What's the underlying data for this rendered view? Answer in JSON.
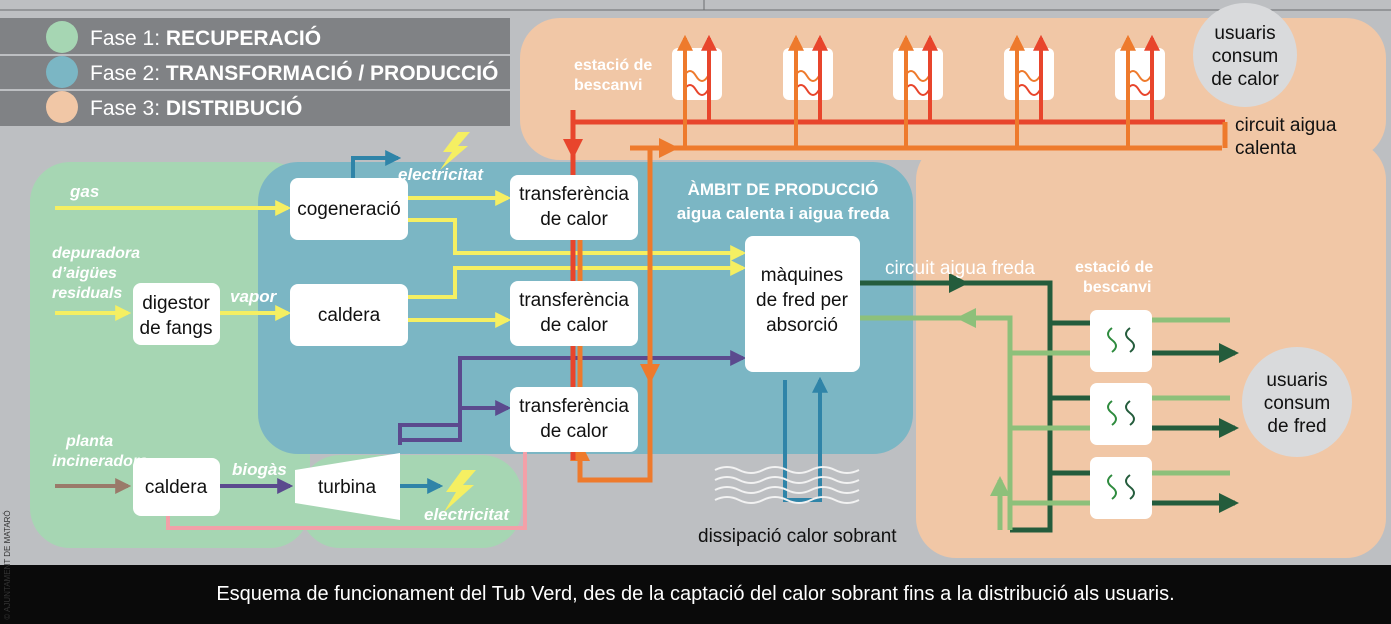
{
  "legend": [
    {
      "prefix": "Fase 1: ",
      "name": "RECUPERACIÓ",
      "color": "#a6d6b3"
    },
    {
      "prefix": "Fase 2: ",
      "name": "TRANSFORMACIÓ / PRODUCCIÓ",
      "color": "#7bb6c4"
    },
    {
      "prefix": "Fase 3: ",
      "name": "DISTRIBUCIÓ",
      "color": "#f1c7a6"
    }
  ],
  "zones": {
    "production_title_1": "ÀMBIT DE PRODUCCIÓ",
    "production_title_2": "aigua calenta i aigua freda"
  },
  "inputs": {
    "gas": "gas",
    "depuradora_1": "depuradora",
    "depuradora_2": "d’aigües",
    "depuradora_3": "residuals",
    "planta_1": "planta",
    "planta_2": "incineradora",
    "vapor": "vapor",
    "biogas": "biogàs",
    "electricitat_top": "electricitat",
    "electricitat_bottom": "electricitat"
  },
  "boxes": {
    "cogeneracio": "cogeneració",
    "digestor_1": "digestor",
    "digestor_2": "de fangs",
    "caldera_mid": "caldera",
    "caldera_low": "caldera",
    "turbina": "turbina",
    "transf_1a": "transferència",
    "transf_1b": "de calor",
    "transf_2a": "transferència",
    "transf_2b": "de calor",
    "transf_3a": "transferència",
    "transf_3b": "de calor",
    "maquines_1": "màquines",
    "maquines_2": "de fred per",
    "maquines_3": "absorció"
  },
  "distribution": {
    "estacio_top_1": "estació de",
    "estacio_top_2": "bescanvi",
    "estacio_right_1": "estació de",
    "estacio_right_2": "bescanvi",
    "circuit_calenta_1": "circuit aigua",
    "circuit_calenta_2": "calenta",
    "circuit_freda": "circuit aigua freda",
    "dissipacio": "dissipació calor sobrant",
    "usuaris_calor_1": "usuaris",
    "usuaris_calor_2": "consum",
    "usuaris_calor_3": "de calor",
    "usuaris_fred_1": "usuaris",
    "usuaris_fred_2": "consum",
    "usuaris_fred_3": "de fred"
  },
  "caption": "Esquema de funcionament del Tub Verd, des de la captació del calor sobrant fins a la distribució als usuaris.",
  "credit": "© AJUNTAMENT DE MATARÓ",
  "colors": {
    "background": "#bdbfc2",
    "phase1": "#a6d6b3",
    "phase2": "#7bb6c4",
    "phase3": "#f1c7a6",
    "hot": "#e8452c",
    "hot_orange": "#ee7a2c",
    "yellow": "#f5ef62",
    "purple": "#5b4a8e",
    "blue": "#2f84a8",
    "dark_green": "#245c3c",
    "light_green": "#8dc07a",
    "pink": "#f3a0a8",
    "brown": "#9a7a6a"
  }
}
